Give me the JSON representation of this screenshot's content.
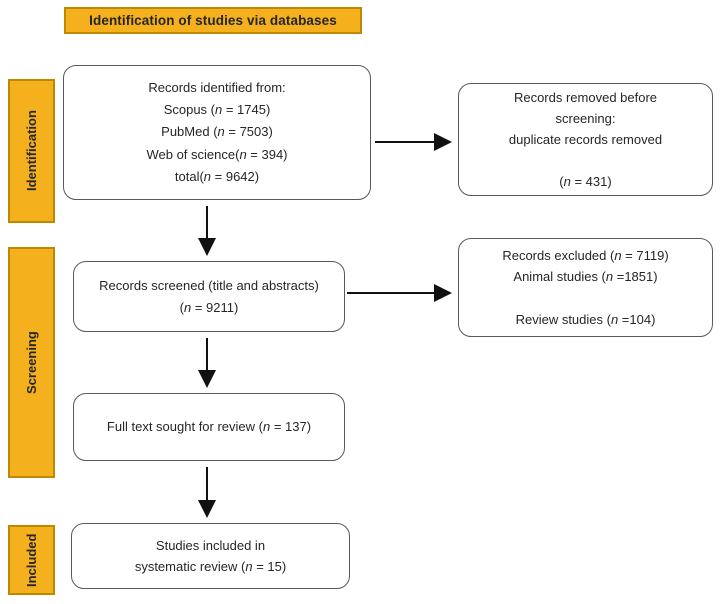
{
  "banner": {
    "label": "Identification of studies via databases"
  },
  "sidebar": [
    {
      "label": "Identification"
    },
    {
      "label": "Screening"
    },
    {
      "label": "Included"
    }
  ],
  "boxes": {
    "identified": {
      "lines": [
        "Records identified from:",
        "Scopus (n = 1745)",
        "PubMed (n = 7503)",
        "Web of science(n = 394)",
        "total(n = 9642)"
      ]
    },
    "removed": {
      "lines": [
        "Records removed before",
        "screening:",
        "duplicate records removed",
        "",
        "(n = 431)"
      ]
    },
    "screened": {
      "lines": [
        "Records screened (title and abstracts)",
        "(n = 9211)"
      ]
    },
    "excluded": {
      "lines": [
        "Records excluded (n = 7119)",
        "Animal studies (n =1851)",
        "",
        "Review studies (n =104)"
      ]
    },
    "fulltext": {
      "lines": [
        "Full text sought for review (n = 137)"
      ]
    },
    "included": {
      "lines": [
        "Studies included in",
        "systematic review (n = 15)"
      ]
    }
  },
  "colors": {
    "band_fill": "#F5B01E",
    "band_border": "#BE8800",
    "box_border": "#595959",
    "arrow": "#111111",
    "text": "#262626"
  }
}
